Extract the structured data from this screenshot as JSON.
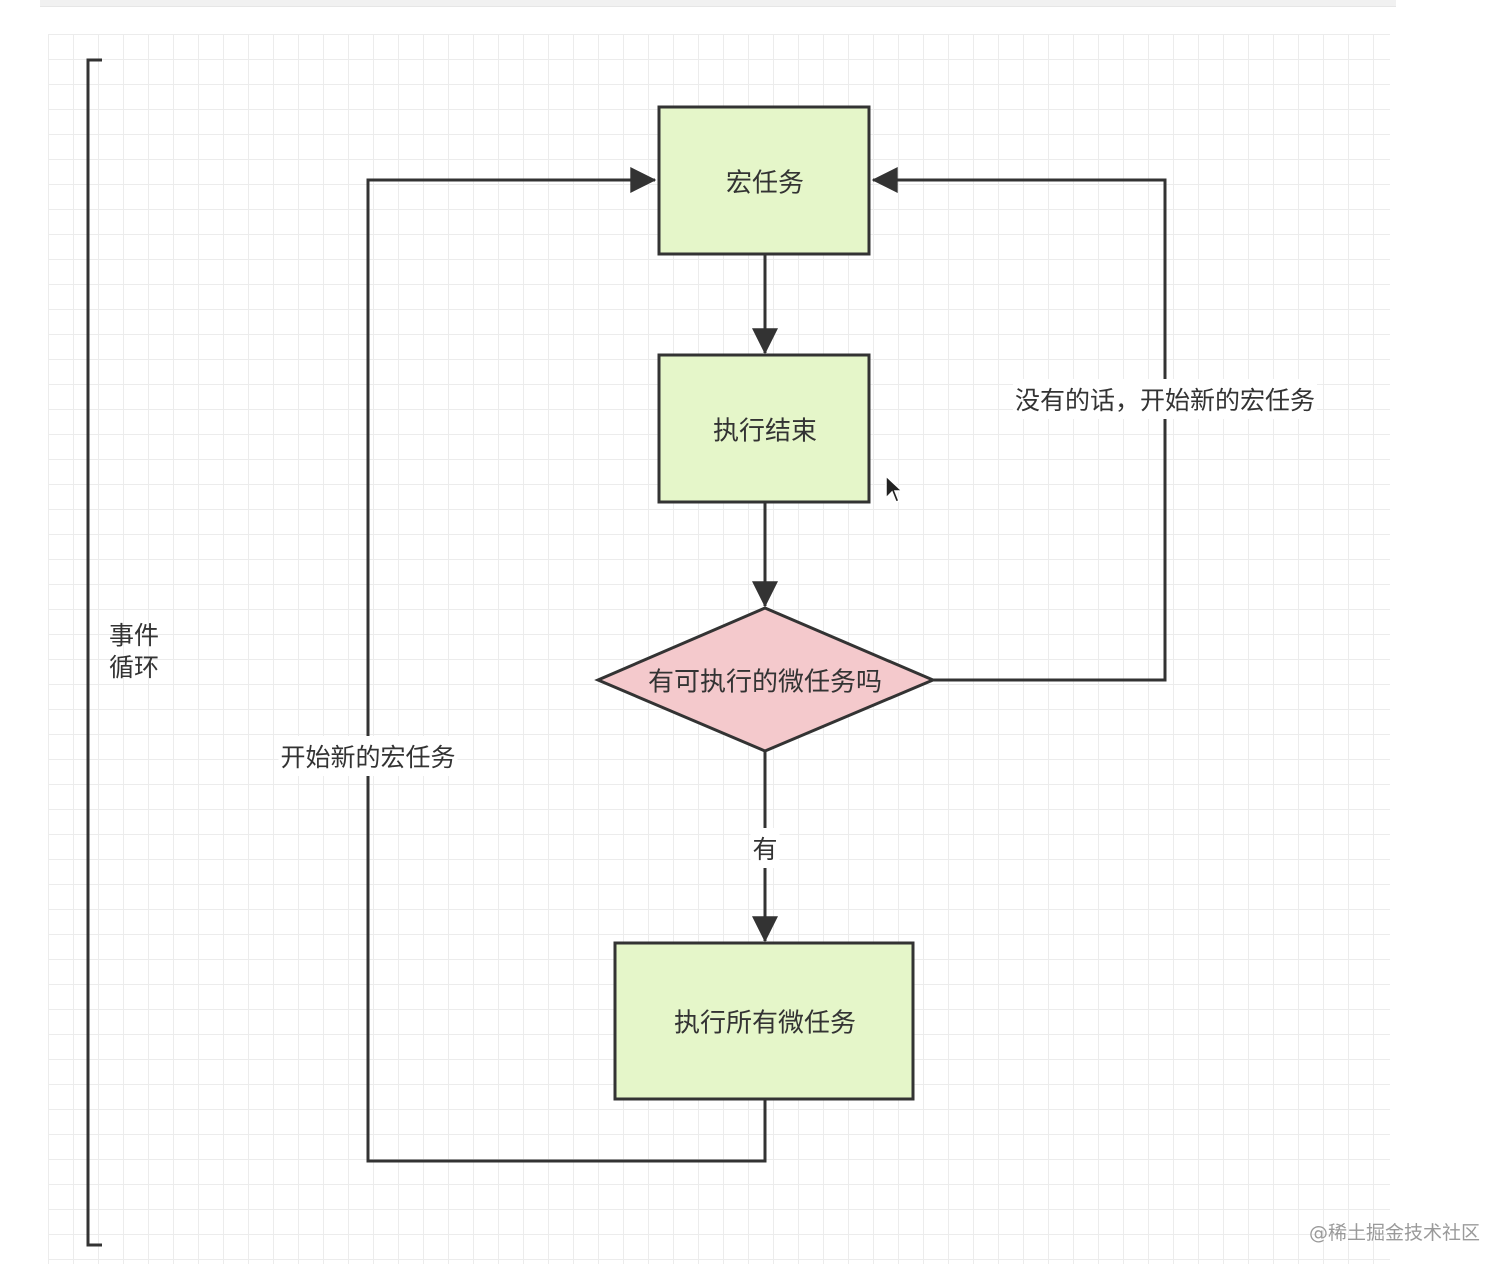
{
  "nodes": {
    "macrotask": "宏任务",
    "exec_end": "执行结束",
    "decision": "有可执行的微任务吗",
    "run_all": "执行所有微任务"
  },
  "edges": {
    "no_label": "没有的话，开始新的宏任务",
    "yes_label": "有",
    "loop_label": "开始新的宏任务"
  },
  "bracket_label": {
    "line1": "事件",
    "line2": "循环"
  },
  "watermark": "@稀土掘金技术社区",
  "colors": {
    "process_fill": "#e5f6c9",
    "decision_fill": "#f4c9cc",
    "stroke": "#333333"
  }
}
